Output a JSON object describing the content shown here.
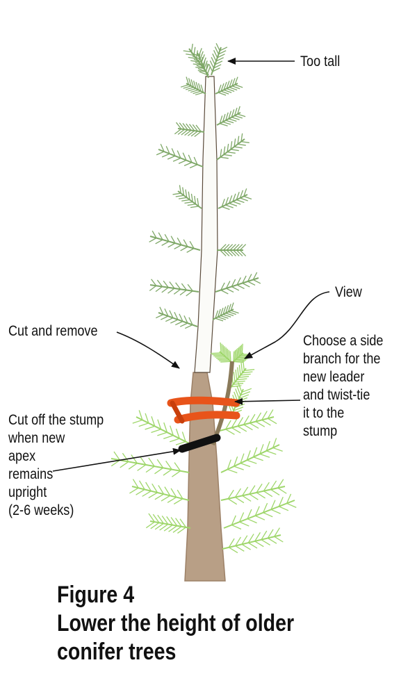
{
  "labels": {
    "too_tall": [
      "Too tall"
    ],
    "view": [
      "View"
    ],
    "cut_and_remove": [
      "Cut and remove"
    ],
    "choose_side_branch": [
      "Choose a side",
      "branch for the",
      "new leader",
      "and twist-tie",
      "it to the",
      "stump"
    ],
    "cut_off_stump": [
      "Cut off the stump",
      "when new",
      "apex",
      "remains",
      "upright",
      "(2-6 weeks)"
    ]
  },
  "caption": [
    "Figure 4",
    "Lower the height of older",
    "conifer trees"
  ],
  "colors": {
    "needle_dark": "#7fa868",
    "needle_light": "#9ed66a",
    "bark": "#b89f86",
    "twist_tie": "#e8541a",
    "stump_mark": "#111111",
    "arrow": "#111111"
  }
}
